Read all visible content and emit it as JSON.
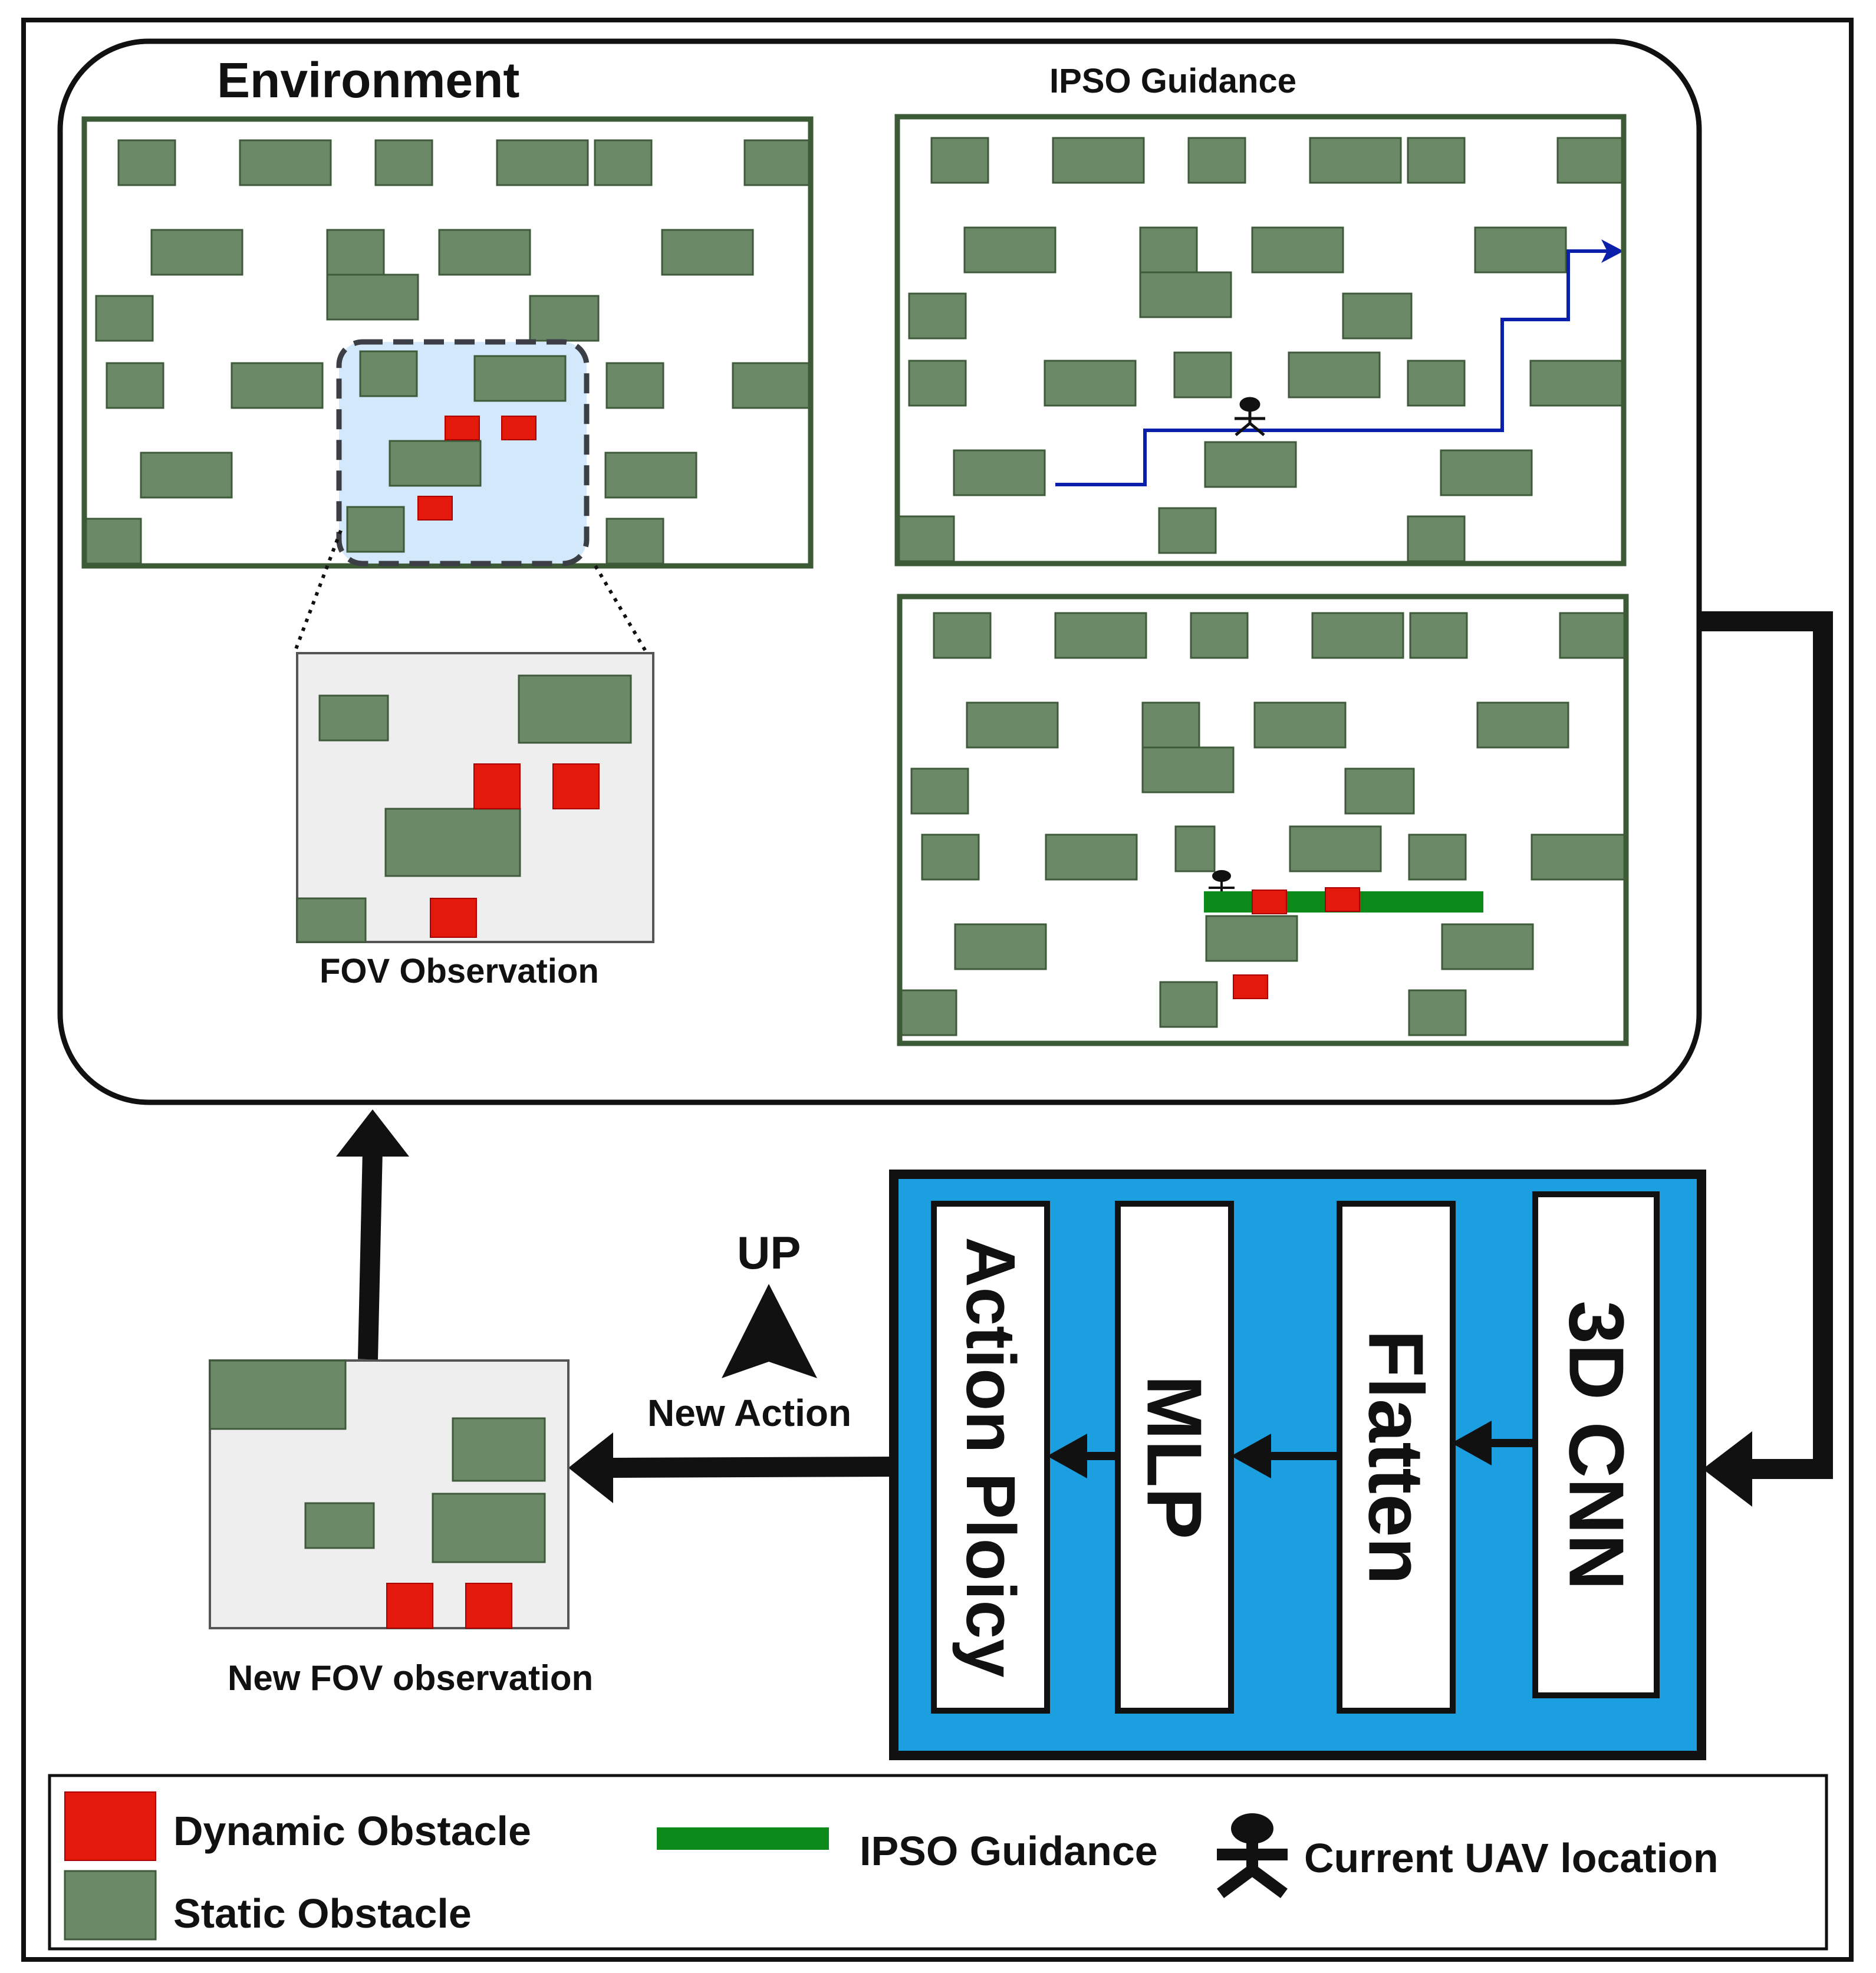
{
  "labels": {
    "environment": "Environment",
    "ipso_guidance": "IPSO Guidance",
    "fov_observation": "FOV Observation",
    "new_fov_observation": "New FOV observation",
    "up": "UP",
    "new_action": "New Action"
  },
  "network": {
    "cnn": "3D CNN",
    "flatten": "Flatten",
    "mlp": "MLP",
    "action_policy": "Action Ploicy"
  },
  "legend": {
    "dynamic_obstacle": "Dynamic Obstacle",
    "static_obstacle": "Static Obstacle",
    "ipso_guidance": "IPSO Guidance",
    "current_uav_location": "Current  UAV location"
  },
  "colors": {
    "static_obstacle": "#6b8966",
    "dynamic_obstacle": "#e2190b",
    "guidance_green": "#0b8a1a",
    "path_blue": "#0a1faa",
    "network_blue": "#1b9fe0",
    "fov_highlight": "#cfe6fb",
    "fov_panel": "#eeeeee",
    "map_border": "#3d5a37"
  }
}
